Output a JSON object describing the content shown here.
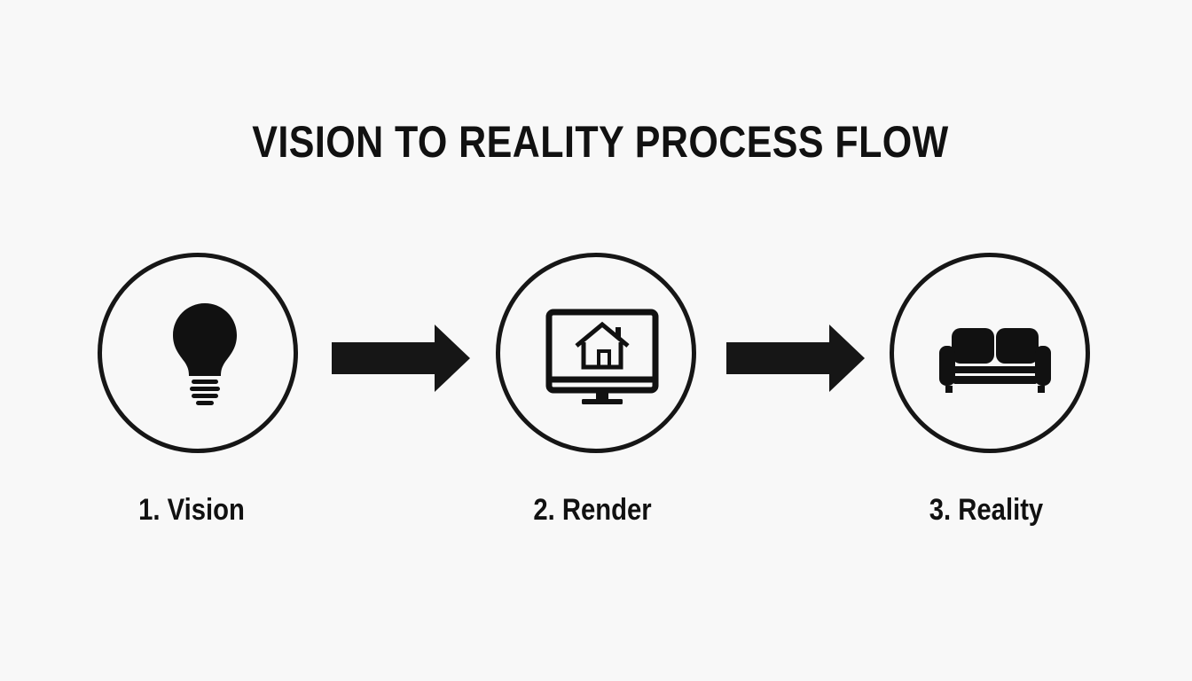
{
  "diagram": {
    "title": "VISION TO REALITY PROCESS FLOW",
    "steps": [
      {
        "label": "1. Vision",
        "icon": "lightbulb-icon"
      },
      {
        "label": "2. Render",
        "icon": "monitor-house-icon"
      },
      {
        "label": "3. Reality",
        "icon": "sofa-icon"
      }
    ],
    "connectors": [
      "arrow-right-icon",
      "arrow-right-icon"
    ],
    "colors": {
      "background": "#f8f8f8",
      "ink": "#111111"
    }
  }
}
